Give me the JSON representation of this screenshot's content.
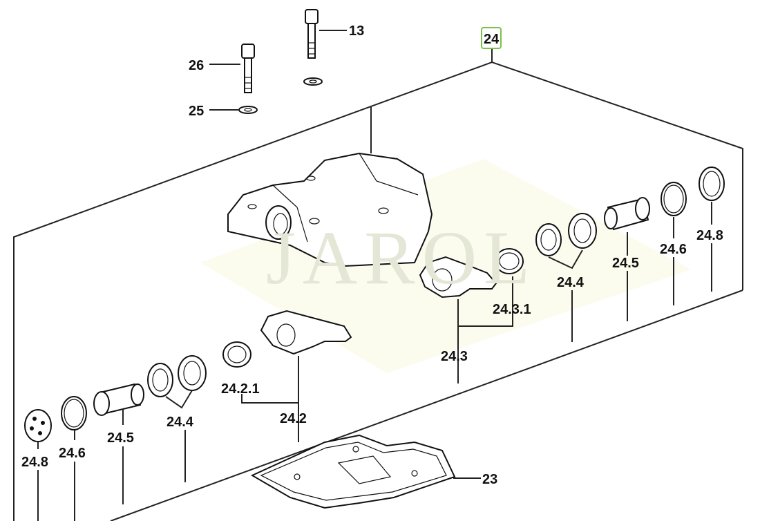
{
  "diagram": {
    "watermark": "JAROL",
    "highlight_color": "#7cc24a",
    "assembly_label": "24",
    "labels": {
      "bolt_13": "13",
      "bolt_26": "26",
      "washer_25": "25",
      "gasket_23": "23",
      "right_cap": "24.8",
      "right_ring": "24.6",
      "right_shaft": "24.5",
      "right_washers": "24.4",
      "right_bushing": "24.3.1",
      "right_rocker": "24.3",
      "left_bushing": "24.2.1",
      "left_rocker": "24.2",
      "left_washers": "24.4",
      "left_shaft": "24.5",
      "left_ring": "24.6",
      "left_cap": "24.8"
    }
  }
}
